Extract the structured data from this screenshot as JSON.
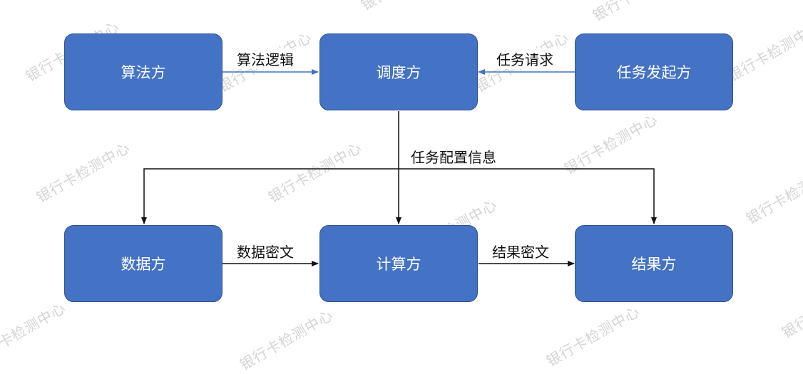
{
  "colors": {
    "node_fill": "#4472C4",
    "node_border": "#2F528F",
    "edge": "#111111",
    "edge_blue": "#4472C4",
    "watermark": "#D4D4D4"
  },
  "watermark_text": "银行卡检测中心",
  "nodes": {
    "algorithm": "算法方",
    "scheduler": "调度方",
    "task_initiator": "任务发起方",
    "data": "数据方",
    "compute": "计算方",
    "result": "结果方"
  },
  "edges": {
    "algorithm_logic": "算法逻辑",
    "task_request": "任务请求",
    "task_config": "任务配置信息",
    "data_ciphertext": "数据密文",
    "result_ciphertext": "结果密文"
  }
}
